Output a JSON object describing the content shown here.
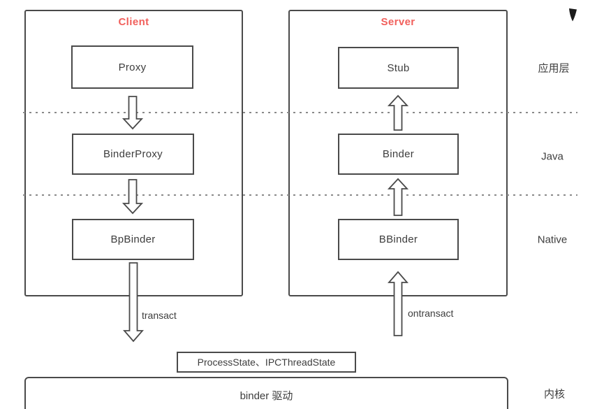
{
  "client": {
    "title": "Client",
    "boxes": [
      "Proxy",
      "BinderProxy",
      "BpBinder"
    ],
    "arrow_label": "transact"
  },
  "server": {
    "title": "Server",
    "boxes": [
      "Stub",
      "Binder",
      "BBinder"
    ],
    "arrow_label": "ontransact"
  },
  "layers": [
    "应用层",
    "Java",
    "Native",
    "内核"
  ],
  "middle_box_label": "ProcessState、IPCThreadState",
  "kernel_box_label": "binder 驱动",
  "colors": {
    "accent_red": "#f15f5b",
    "box_border": "#4a4a4a",
    "dotted_line": "#8a8a8a",
    "text": "#3d3d3d"
  }
}
